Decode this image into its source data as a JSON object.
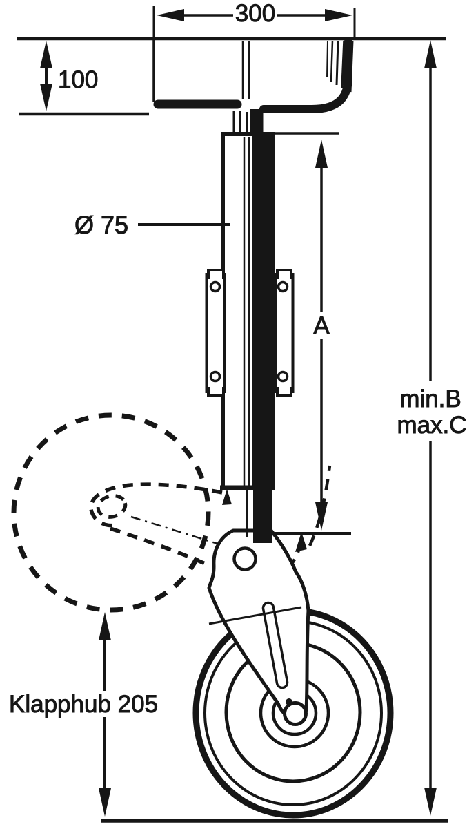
{
  "labels": {
    "width_300": "300",
    "height_100": "100",
    "tube_diameter": "Ø 75",
    "extension_a": "A",
    "min_b": "min.B",
    "max_c": "max.C",
    "klapphub": "Klapphub 205"
  },
  "colors": {
    "ink": "#161616",
    "paper": "#ffffff"
  }
}
